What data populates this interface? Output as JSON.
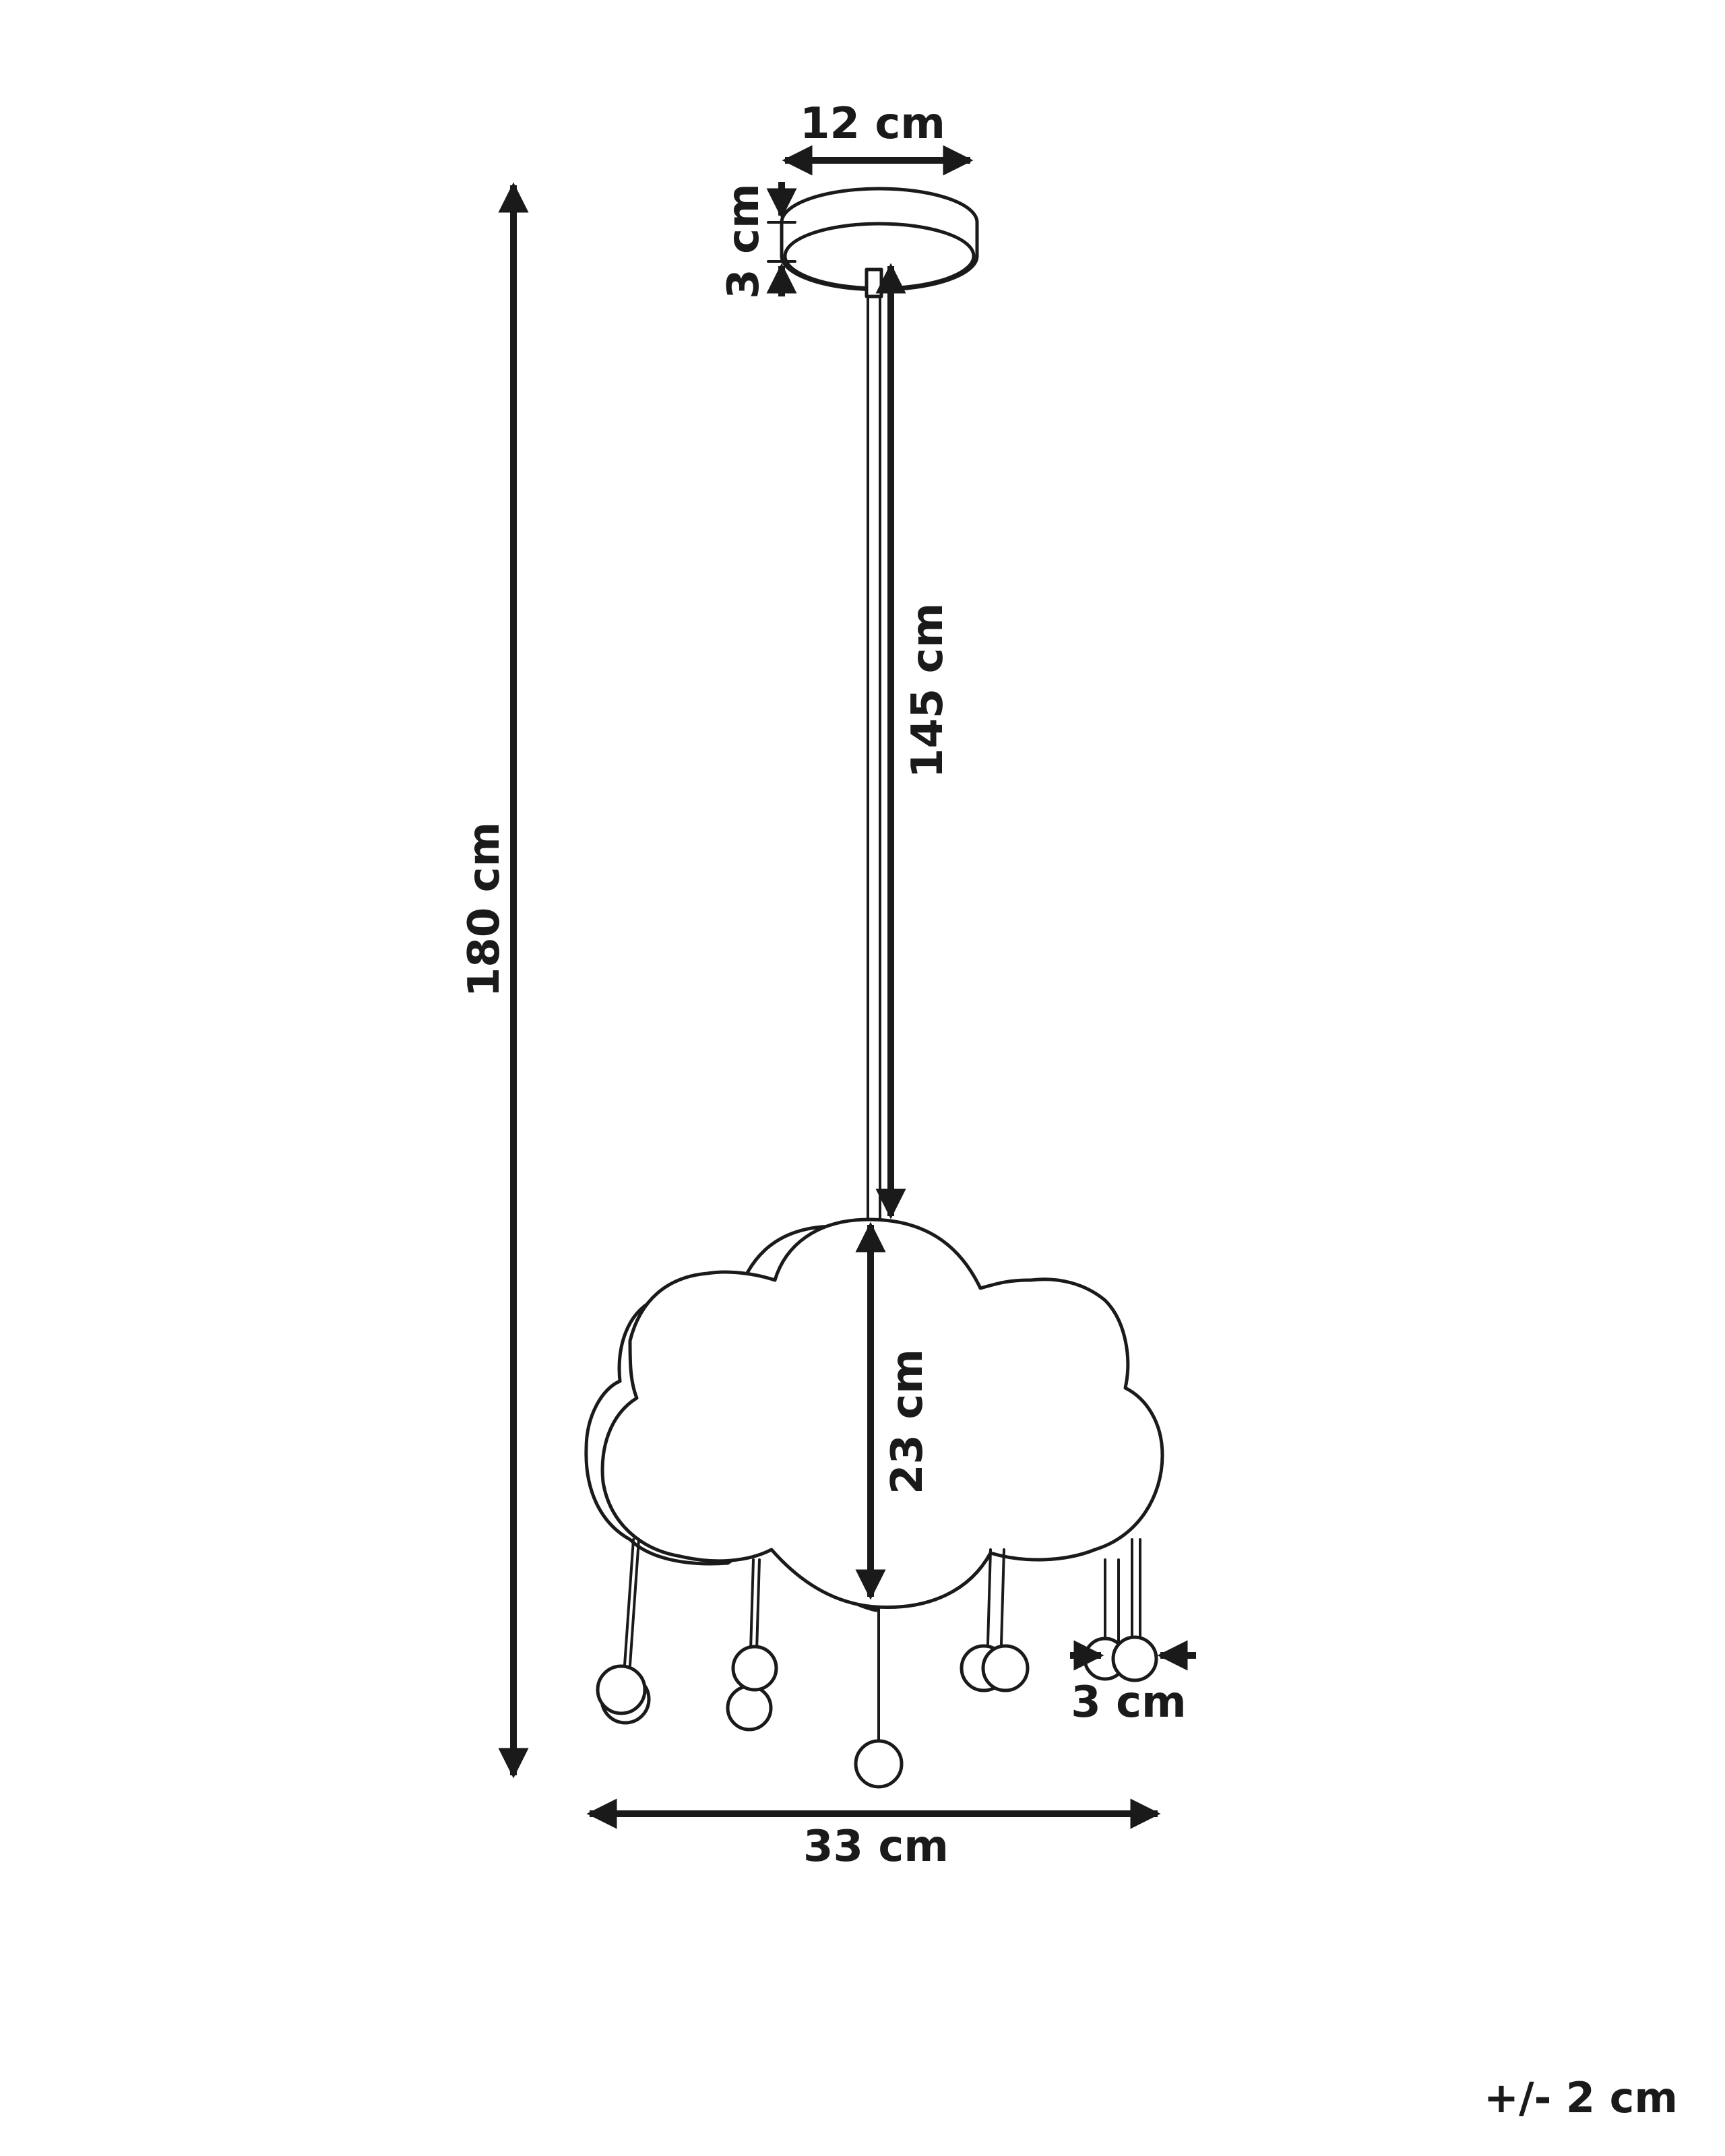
{
  "dimensions": {
    "canopy_width": "12 cm",
    "canopy_height": "3 cm",
    "total_height": "180 cm",
    "cable_length": "145 cm",
    "shade_height": "23 cm",
    "shade_width": "33 cm",
    "ball_diameter": "3 cm"
  },
  "tolerance": "+/- 2 cm",
  "colors": {
    "line": "#1a1a1a",
    "background": "#ffffff"
  }
}
